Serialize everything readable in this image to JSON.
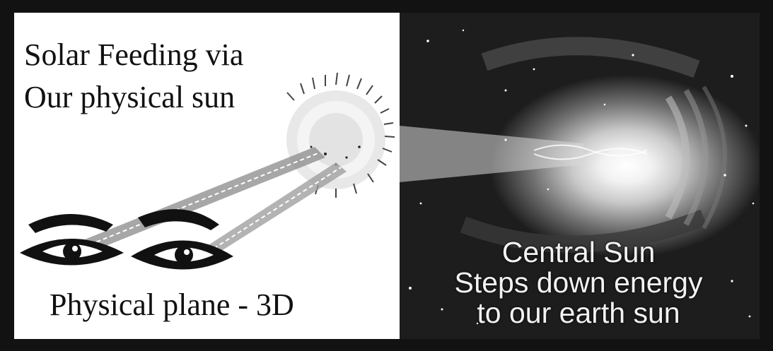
{
  "left_panel": {
    "title_line1": "Solar Feeding via",
    "title_line2": "Our physical sun",
    "bottom_label": "Physical plane - 3D",
    "background": "#ffffff",
    "text_color": "#111111"
  },
  "right_panel": {
    "line1": "Central Sun",
    "line2": "Steps down energy",
    "line3": "to our earth sun",
    "text_color": "#f2f2f2"
  },
  "frame_color": "#121212"
}
